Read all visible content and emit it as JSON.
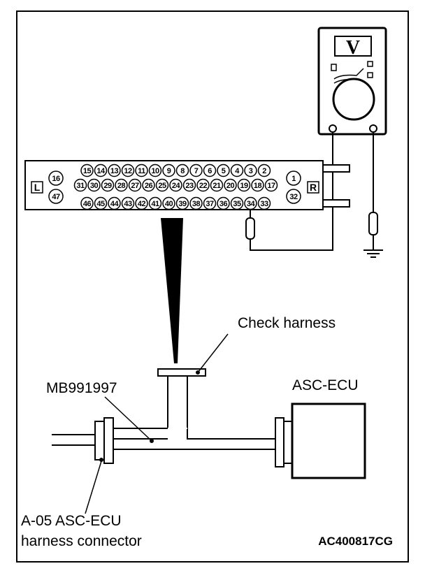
{
  "labels": {
    "check_harness": "Check harness",
    "tool_number": "MB991997",
    "ecu": "ASC-ECU",
    "connector_line1": "A-05 ASC-ECU",
    "connector_line2": "harness connector",
    "figure_code": "AC400817CG"
  },
  "voltmeter": {
    "symbol": "V"
  },
  "connector": {
    "left_side": "L",
    "right_side": "R",
    "row1_pins": [
      "15",
      "14",
      "13",
      "12",
      "11",
      "10",
      "9",
      "8",
      "7",
      "6",
      "5",
      "4",
      "3",
      "2"
    ],
    "row2_pins": [
      "31",
      "30",
      "29",
      "28",
      "27",
      "26",
      "25",
      "24",
      "23",
      "22",
      "21",
      "20",
      "19",
      "18",
      "17"
    ],
    "row3_pins": [
      "46",
      "45",
      "44",
      "43",
      "42",
      "41",
      "40",
      "39",
      "38",
      "37",
      "36",
      "35",
      "34",
      "33"
    ],
    "left_pins": [
      "16",
      "47"
    ],
    "right_pins": [
      "1",
      "32"
    ]
  }
}
